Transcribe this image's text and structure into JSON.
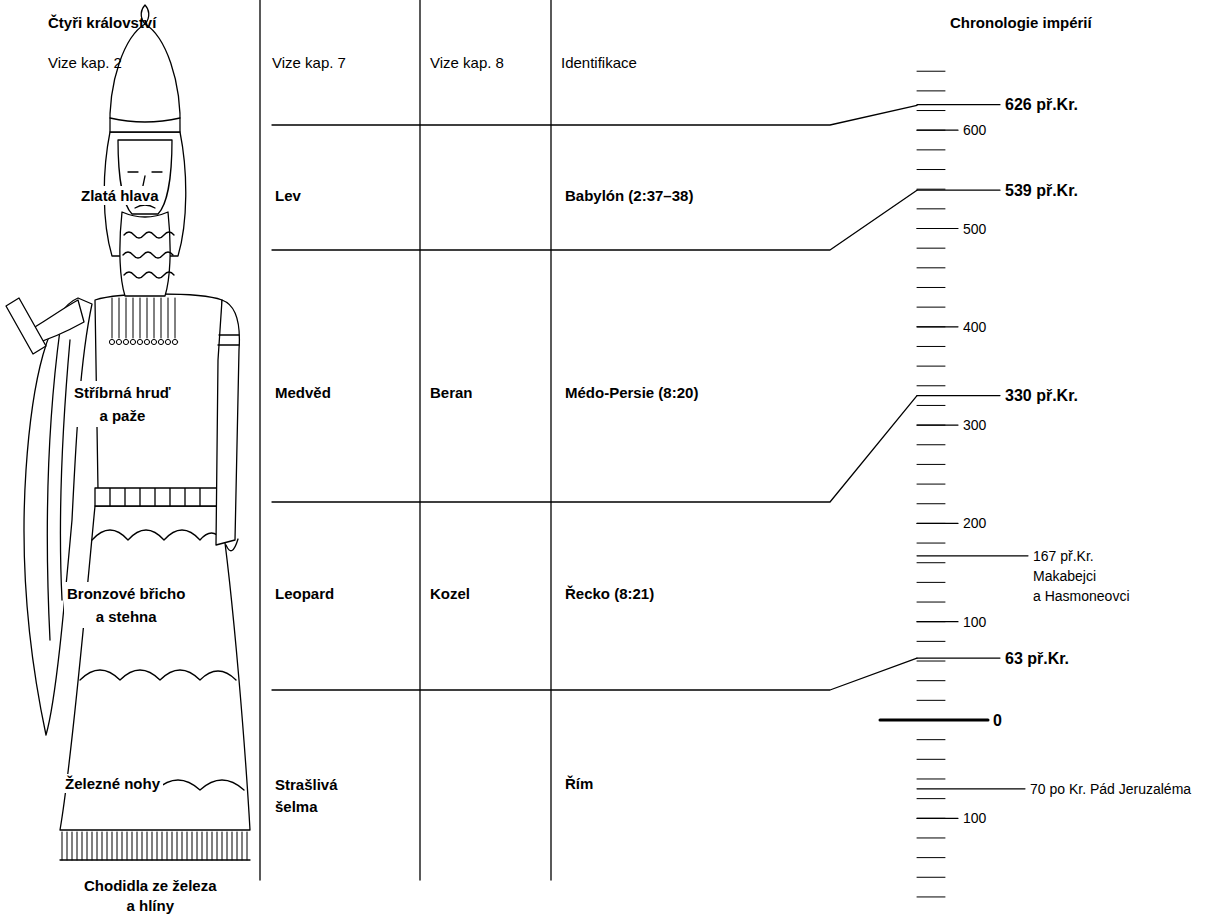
{
  "diagram": {
    "labels": [
      "Čtyři království",
      "Chronologie impérií",
      "Vize kap. 2",
      "Vize kap. 7",
      "Vize kap. 8",
      "Identifikace",
      "626 př.Kr.",
      "600",
      "Zlatá hlava",
      "Lev",
      "Babylón (2:37–38)",
      "539 př.Kr.",
      "500",
      "400",
      "Stříbrná hruď a paže",
      "Medvěd",
      "Beran",
      "Médo-Persie (8:20)",
      "330 př.Kr.",
      "300",
      "200",
      "167 př.Kr. Makabejci a Hasmoneovci",
      "Bronzové břicho a stehna",
      "Leopard",
      "Kozel",
      "Řecko (8:21)",
      "100",
      "63 př.Kr.",
      "0",
      "Železné nohy",
      "Strašlivá šelma",
      "Řím",
      "70 po Kr. Pád Jeruzaléma",
      "100",
      "Chodidla ze železa a hlíny"
    ]
  }
}
